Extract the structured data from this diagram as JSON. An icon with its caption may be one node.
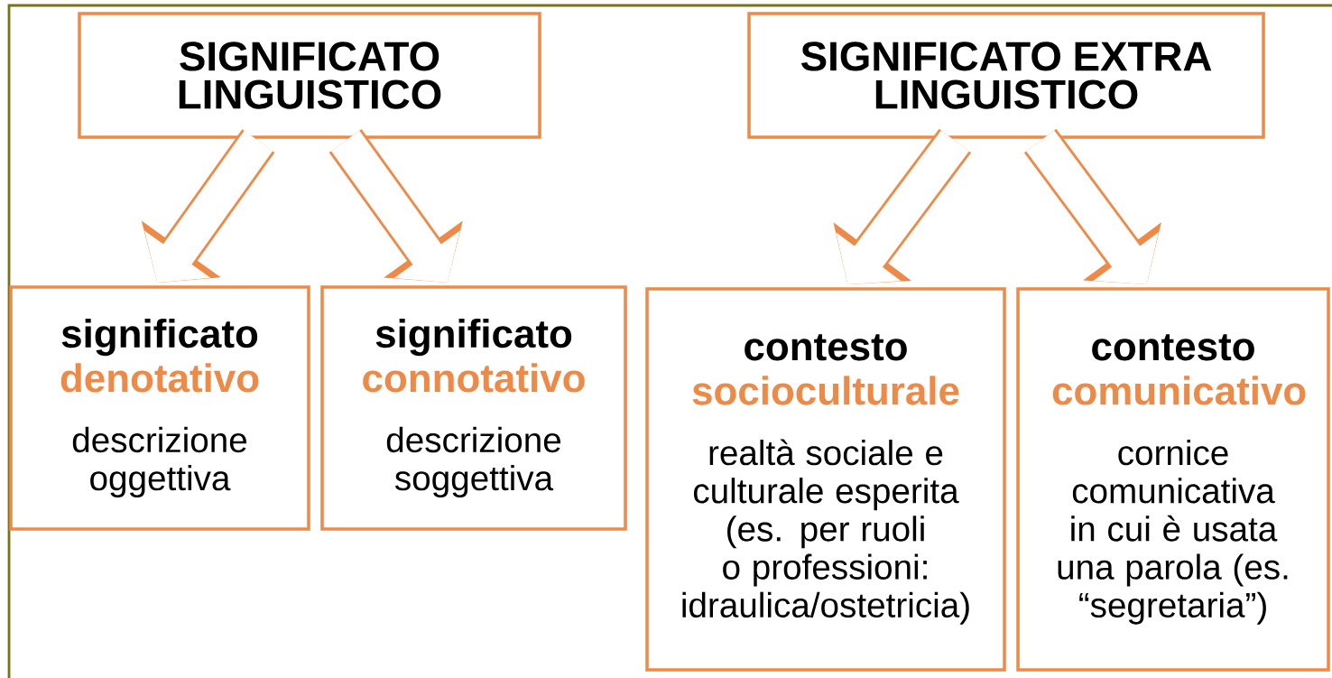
{
  "diagram": {
    "nodes": [
      {
        "text": [
          "SIGNIFICATO LINGUISTICO"
        ]
      },
      {
        "text": [
          "SIGNIFICATO EXTRA LINGUISTICO"
        ]
      },
      {
        "text": [
          "significato",
          "denotativo",
          "descrizione oggettiva"
        ]
      },
      {
        "text": [
          "significato",
          "connotativo",
          "descrizione soggettiva"
        ]
      },
      {
        "text": [
          "contesto",
          "socioculturale",
          "realtà sociale e culturale esperita (es. per ruoli o professioni: idraulica/ostetricia)"
        ]
      },
      {
        "text": [
          "contesto",
          "comunicativo",
          "cornice comunicativa in cui è usata una parola (es. “segretaria”)"
        ]
      }
    ],
    "edges": [
      {
        "from": 0,
        "to": 2,
        "arrow": "to"
      },
      {
        "from": 0,
        "to": 3,
        "arrow": "to"
      },
      {
        "from": 1,
        "to": 4,
        "arrow": "to"
      },
      {
        "from": 1,
        "to": 5,
        "arrow": "to"
      }
    ]
  }
}
